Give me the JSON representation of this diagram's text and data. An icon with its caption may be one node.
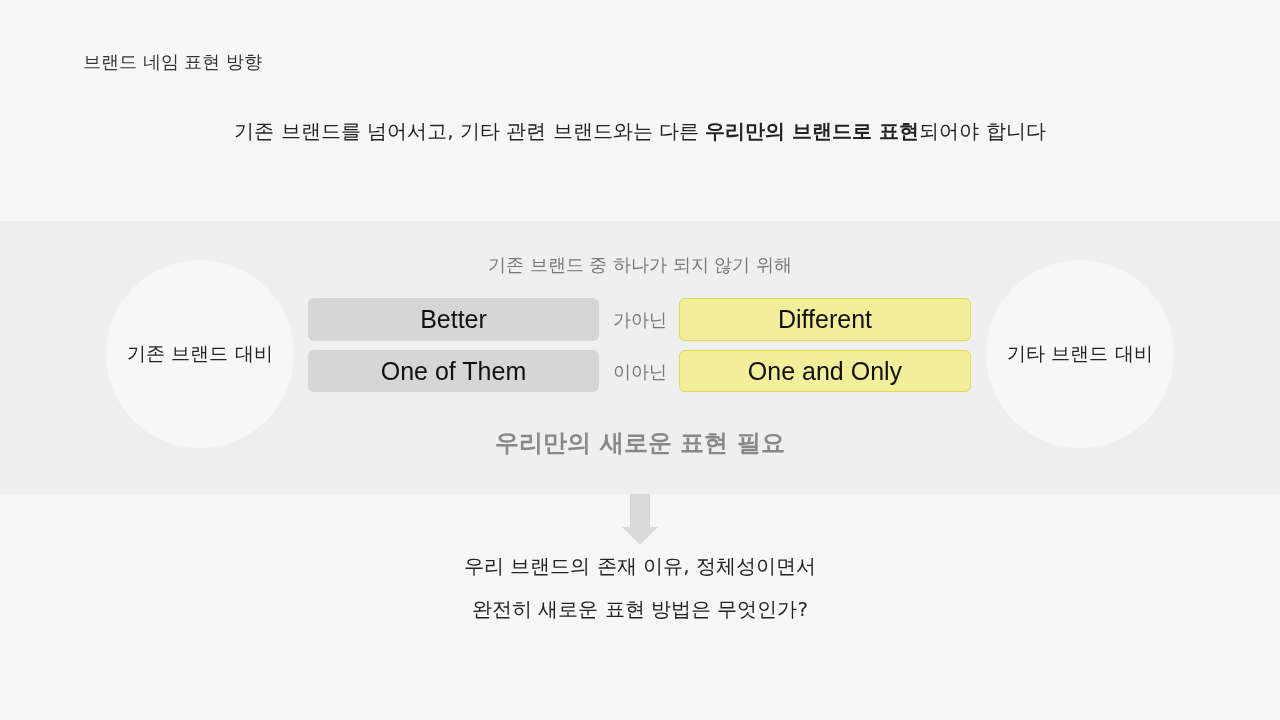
{
  "diagram": {
    "title": "브랜드 네임 표현 방향",
    "nodes": [
      {
        "text": [
          "기존 브랜드 중 하나가 되지 않기 위해",
          "우리만의 새로운 표현 필요"
        ]
      },
      {
        "text": [
          "기존 브랜드 대비"
        ],
        "in": 0
      },
      {
        "text": [
          "Better"
        ],
        "in": 0
      },
      {
        "text": [
          "Different"
        ],
        "in": 0
      },
      {
        "text": [
          "One of Them"
        ],
        "in": 0
      },
      {
        "text": [
          "One and Only"
        ],
        "in": 0
      },
      {
        "text": [
          "기타 브랜드 대비"
        ],
        "in": 0
      },
      {
        "text": [
          "우리 브랜드의 존재 이유, 정체성이면서 완전히 새로운 표현 방법은 무엇인가?"
        ]
      }
    ],
    "edges": [
      {
        "from": 0,
        "to": 7,
        "arrow": "to"
      }
    ],
    "labels": [
      "기존 브랜드를 넘어서고, 기타 관련 브랜드와는 다른 **우리만의 브랜드로 표현**되어야 합니다",
      "가아닌",
      "이아닌"
    ]
  }
}
